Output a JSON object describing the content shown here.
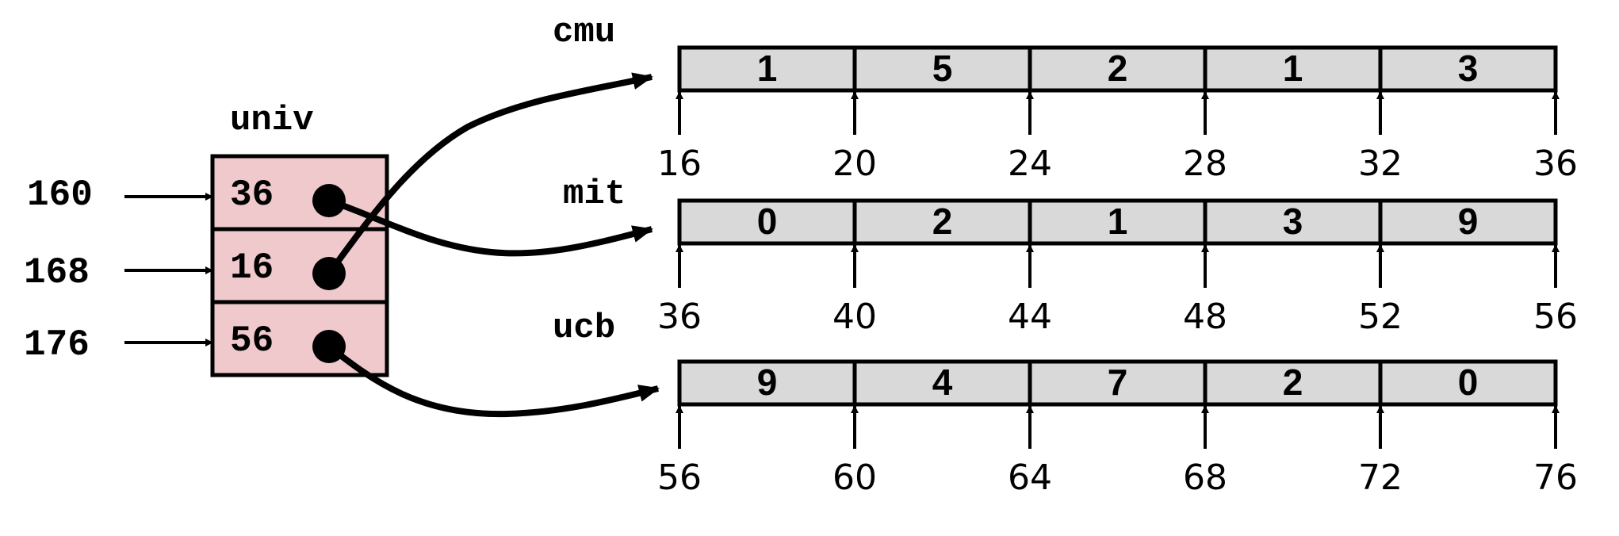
{
  "pointer_array": {
    "name": "univ",
    "entries": [
      {
        "address": "160",
        "value": "36"
      },
      {
        "address": "168",
        "value": "16"
      },
      {
        "address": "176",
        "value": "56"
      }
    ]
  },
  "arrays": [
    {
      "name": "cmu",
      "values": [
        "1",
        "5",
        "2",
        "1",
        "3"
      ],
      "addresses": [
        "16",
        "20",
        "24",
        "28",
        "32",
        "36"
      ]
    },
    {
      "name": "mit",
      "values": [
        "0",
        "2",
        "1",
        "3",
        "9"
      ],
      "addresses": [
        "36",
        "40",
        "44",
        "48",
        "52",
        "56"
      ]
    },
    {
      "name": "ucb",
      "values": [
        "9",
        "4",
        "7",
        "2",
        "0"
      ],
      "addresses": [
        "56",
        "60",
        "64",
        "68",
        "72",
        "76"
      ]
    }
  ],
  "links": [
    {
      "from_entry": 0,
      "to_array": 1
    },
    {
      "from_entry": 1,
      "to_array": 0
    },
    {
      "from_entry": 2,
      "to_array": 2
    }
  ],
  "colors": {
    "pointer_fill": "#efc9cb",
    "array_fill": "#d9d9d9",
    "stroke": "#000000"
  }
}
